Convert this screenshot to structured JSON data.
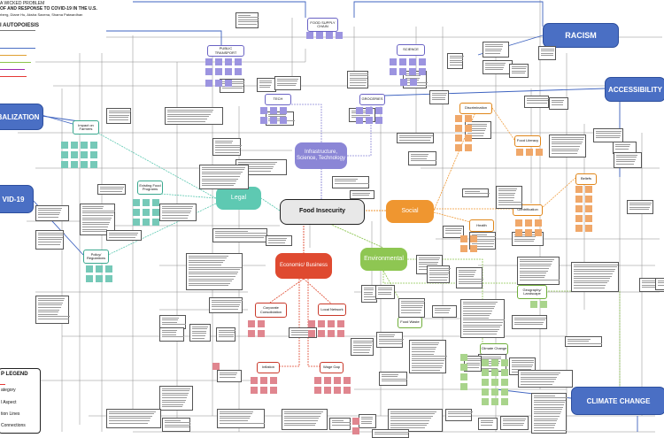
{
  "header": {
    "lines": [
      "A WICKED PROBLEM",
      "OF AND RESPONSE TO COVID-19 IN THE U.S.",
      "rberg, Diane Hu, Aksha Saxena, Shama Patwardhan",
      "I AUTOPOIESIS"
    ]
  },
  "central": {
    "label": "Food Insecurity"
  },
  "categories": {
    "infrastructure": "Infrastructure, Science, Technology",
    "legal": "Legal",
    "social": "Social",
    "economic": "Economic/ Business",
    "environmental": "Environmental"
  },
  "big_labels": {
    "racism": "RACISM",
    "accessibility": "ACCESSIBILITY",
    "globalization": "BALIZATION",
    "covid": "VID-19",
    "climate": "CLIMATE CHANGE"
  },
  "subtopics": {
    "food_supply_chain": "FOOD SUPPLY CHAIN",
    "public_transport": "PUBLIC TRANSPORT",
    "science": "SCIENCE",
    "tech": "TECH",
    "groceries": "GROCERIES",
    "impact_farmers": "Impact on Farmers",
    "existing_food_programs": "Existing Food Programs",
    "policy_regulations": "Policy/ Regulations",
    "discrimination": "Discrimination",
    "food_literacy": "Food Literacy",
    "beliefs": "Beliefs",
    "gentrification": "Gentrification",
    "health": "Health",
    "geography_landscape": "Geography/ Landscape",
    "climate_change_small": "Climate Change",
    "food_waste": "Food Waste",
    "corporate_consolidation": "Corporate Consolidation",
    "local_network": "Local Network",
    "inflation": "Inflation",
    "wage_gap": "Wage Gap"
  },
  "legend": {
    "title": "P LEGEND",
    "items": [
      "ategory",
      "l Aspect",
      "tion Lines",
      "Connections"
    ]
  },
  "colors": {
    "blue": "#4a6fc4",
    "purple": "#8b86d6",
    "teal": "#5ec9b2",
    "orange": "#ef9630",
    "red": "#df4a30",
    "green": "#8ec652",
    "grey": "#dcdcdc",
    "sticky_purple": "#9c94e0",
    "sticky_teal": "#76c9b8",
    "sticky_orange": "#f0a86a",
    "sticky_red": "#e0868f",
    "sticky_green": "#a9d48c"
  }
}
